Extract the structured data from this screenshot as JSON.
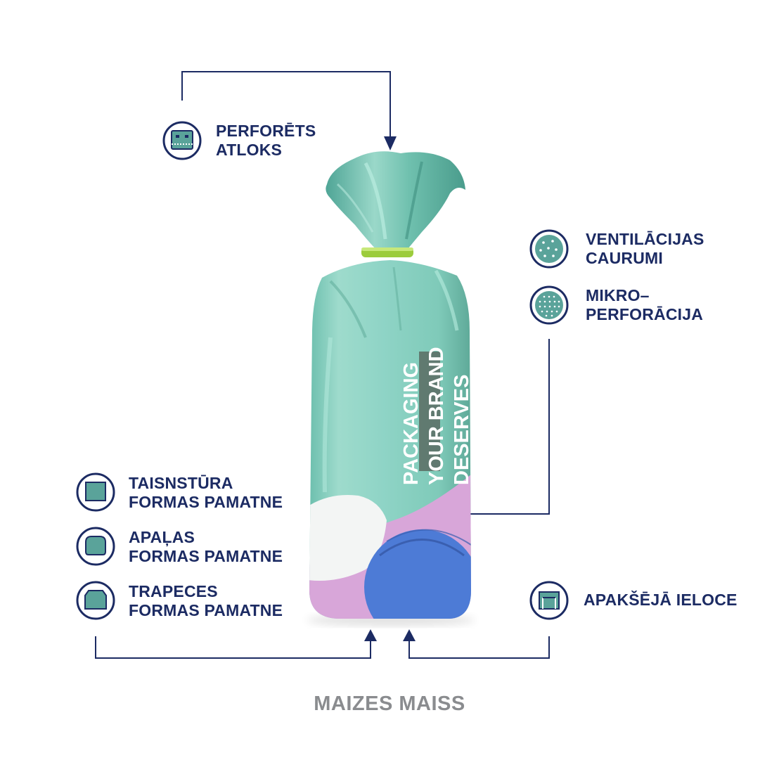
{
  "colors": {
    "navy": "#1c2b63",
    "icon_fill": "#5aa39a",
    "bag_main": "#8fd4c6",
    "bag_dark": "#5fb3a3",
    "tie": "#9ccc3c",
    "pink": "#d8a6d9",
    "blue": "#4d7bd6",
    "caption": "#8a8c8f"
  },
  "features": {
    "perforated_flap": {
      "line1": "PERFORĒTS",
      "line2": "ATLOKS",
      "icon": "perforated-flap-icon"
    },
    "ventilation_holes": {
      "line1": "VENTILĀCIJAS",
      "line2": "CAURUMI",
      "icon": "ventilation-holes-icon"
    },
    "micro_perforation": {
      "line1": "MIKRO–",
      "line2": "PERFORĀCIJA",
      "icon": "micro-perforation-icon"
    },
    "rectangular_base": {
      "line1": "TAISNSTŪRA",
      "line2": "FORMAS PAMATNE",
      "icon": "rectangular-base-icon"
    },
    "round_base": {
      "line1": "APAĻAS",
      "line2": "FORMAS PAMATNE",
      "icon": "round-base-icon"
    },
    "trapezoid_base": {
      "line1": "TRAPECES",
      "line2": "FORMAS PAMATNE",
      "icon": "trapezoid-base-icon"
    },
    "bottom_gusset": {
      "line1": "APAKŠĒJĀ IELOCE",
      "icon": "bottom-gusset-icon"
    }
  },
  "bag": {
    "text_line1": "PACKAGING",
    "text_line2": "YOUR BRAND",
    "text_line3": "DESERVES"
  },
  "caption": "MAIZES MAISS"
}
